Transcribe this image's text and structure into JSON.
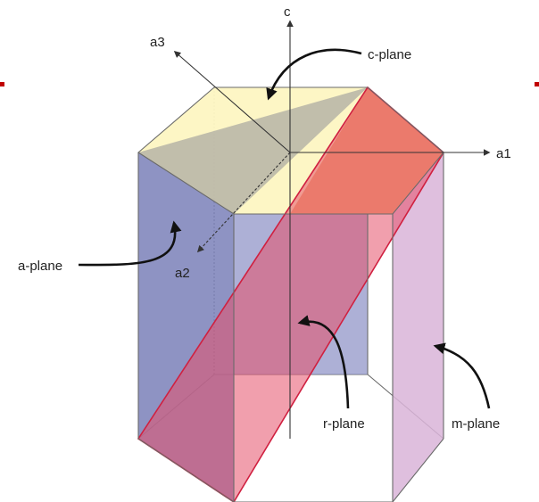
{
  "labels": {
    "c_axis": "c",
    "a1_axis": "a1",
    "a2_axis": "a2",
    "a3_axis": "a3",
    "c_plane": "c-plane",
    "a_plane": "a-plane",
    "r_plane": "r-plane",
    "m_plane": "m-plane"
  },
  "colors": {
    "c_plane": "#fdf5c2",
    "a_plane": "#7a80b8",
    "r_plane": "#e6506a",
    "m_plane": "#d9b4d8",
    "marker": "#c00000"
  }
}
